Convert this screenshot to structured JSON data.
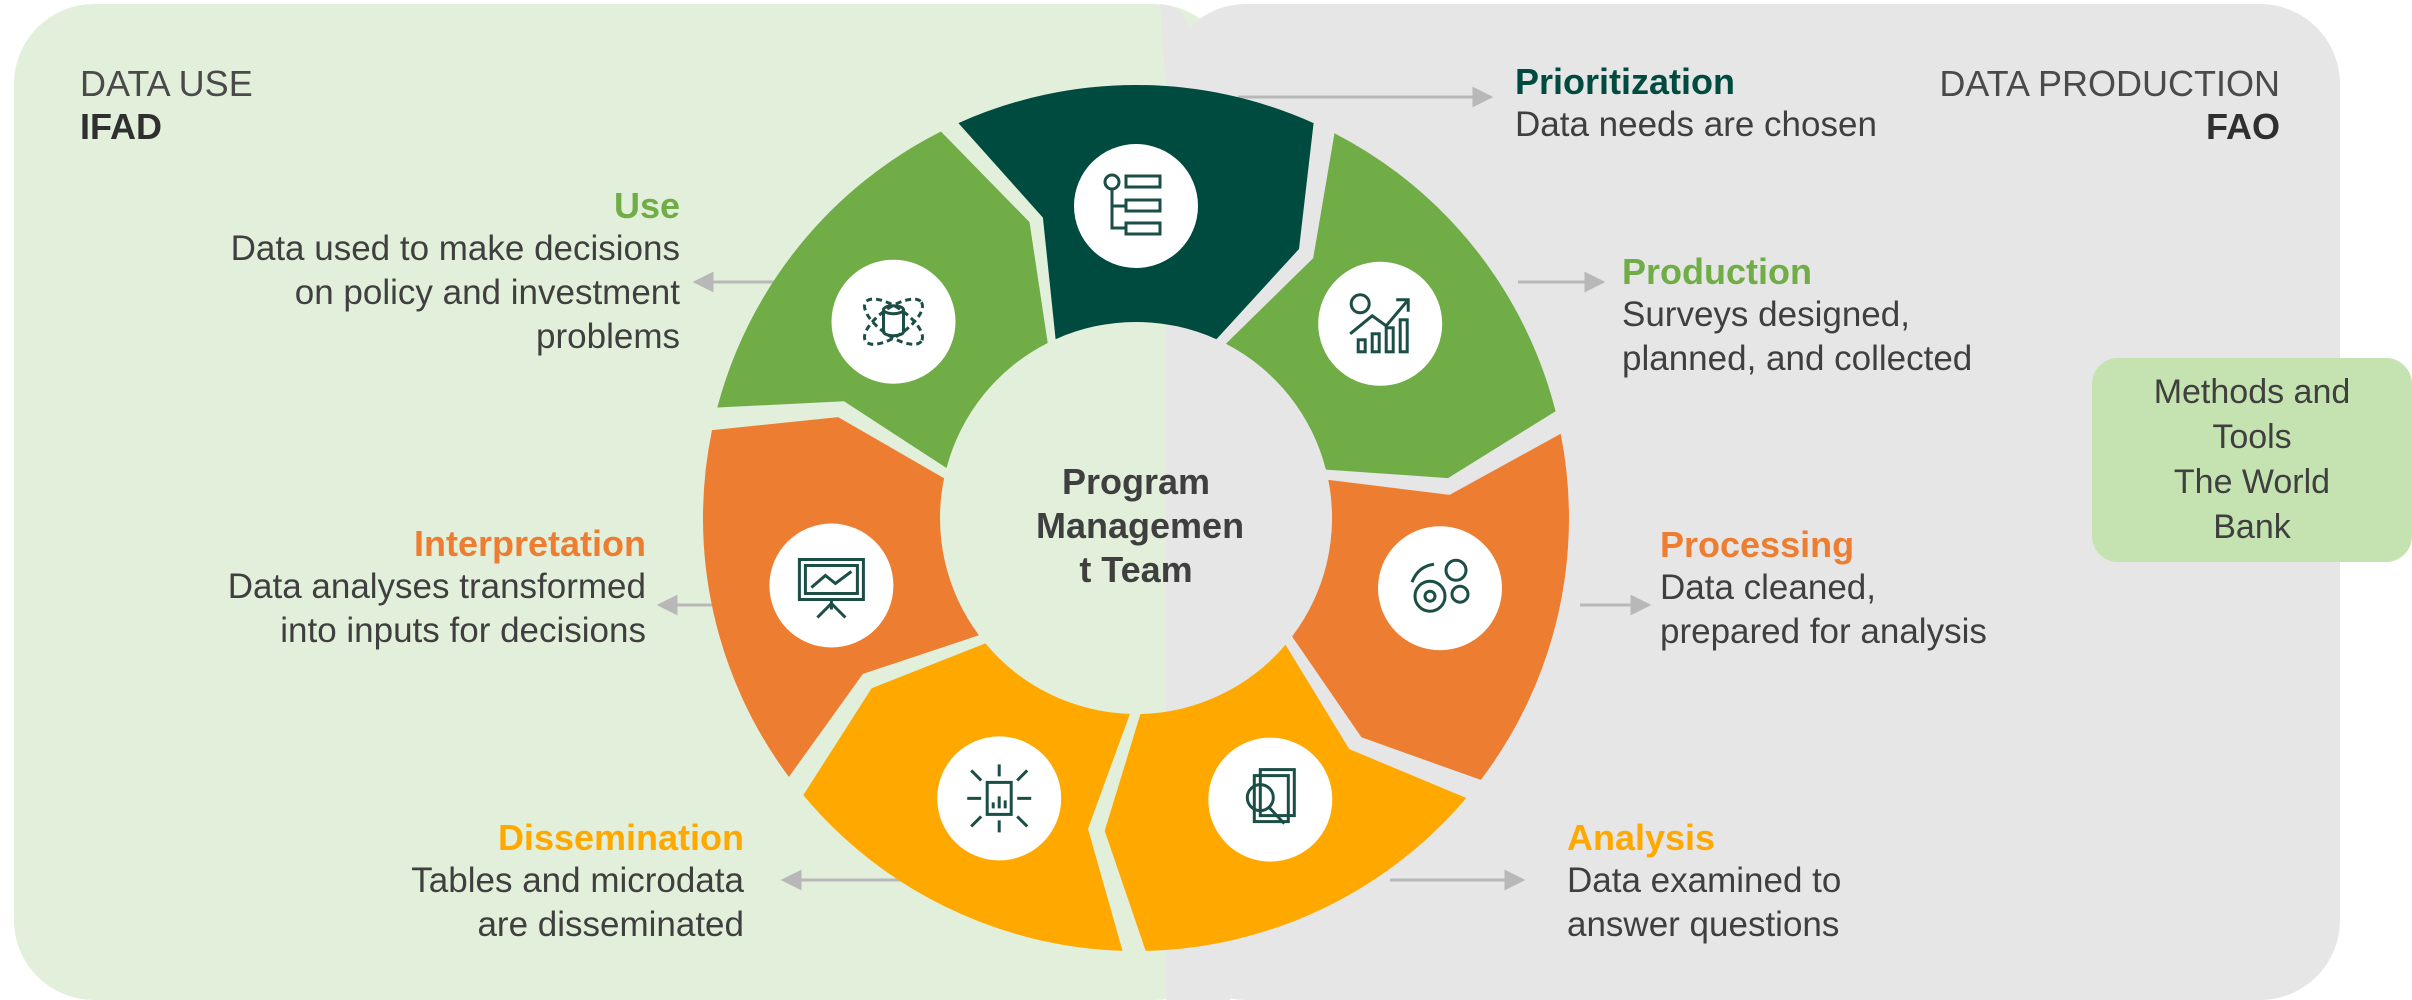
{
  "colors": {
    "use_bg": "#e2efda",
    "production_bg": "#e6e6e6",
    "dark_green": "#004b40",
    "green": "#70ad47",
    "orange": "#ed7d31",
    "gold": "#ffa900",
    "icon_color": "#1b4e46",
    "text": "#3f3f3f",
    "tools_box": "#c4e3b0"
  },
  "corners": {
    "left_line1": "DATA USE",
    "left_line2": "IFAD",
    "right_line1": "DATA PRODUCTION",
    "right_line2": "FAO"
  },
  "center": {
    "line1": "Program",
    "line2": "Managemen",
    "line3": "t Team"
  },
  "side_box": {
    "line1": "Methods and",
    "line2": "Tools",
    "line3": "The World",
    "line4": "Bank"
  },
  "stages": [
    {
      "id": "prioritization",
      "title": "Prioritization",
      "lines": [
        "Data needs are chosen"
      ],
      "icon": "flowchart-icon"
    },
    {
      "id": "production",
      "title": "Production",
      "lines": [
        "Surveys designed,",
        "planned, and collected"
      ],
      "icon": "growth-chart-icon"
    },
    {
      "id": "processing",
      "title": "Processing",
      "lines": [
        "Data cleaned,",
        "prepared for analysis"
      ],
      "icon": "gears-icon"
    },
    {
      "id": "analysis",
      "title": "Analysis",
      "lines": [
        "Data examined to",
        "answer questions"
      ],
      "icon": "document-search-icon"
    },
    {
      "id": "dissemination",
      "title": "Dissemination",
      "lines": [
        "Tables and microdata",
        "are disseminated"
      ],
      "icon": "report-distribution-icon"
    },
    {
      "id": "interpretation",
      "title": "Interpretation",
      "lines": [
        "Data analyses transformed",
        "into inputs for decisions"
      ],
      "icon": "presentation-board-icon"
    },
    {
      "id": "use",
      "title": "Use",
      "lines": [
        "Data used to make decisions",
        "on policy and investment",
        "problems"
      ],
      "icon": "database-network-icon"
    }
  ]
}
